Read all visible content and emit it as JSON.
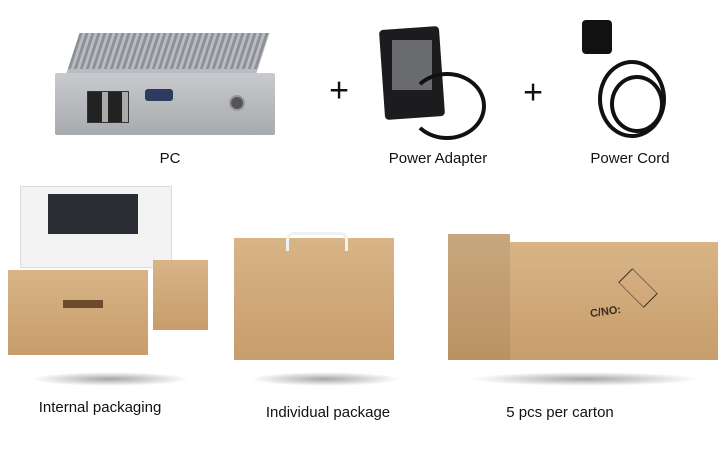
{
  "items": {
    "pc": {
      "label": "PC"
    },
    "adapter": {
      "label": "Power Adapter"
    },
    "cord": {
      "label": "Power Cord"
    },
    "internal": {
      "label": "Internal packaging"
    },
    "individual": {
      "label": "Individual package"
    },
    "carton": {
      "label": "5 pcs per carton",
      "marking": "C/NO:"
    }
  },
  "plus_sign": "+"
}
